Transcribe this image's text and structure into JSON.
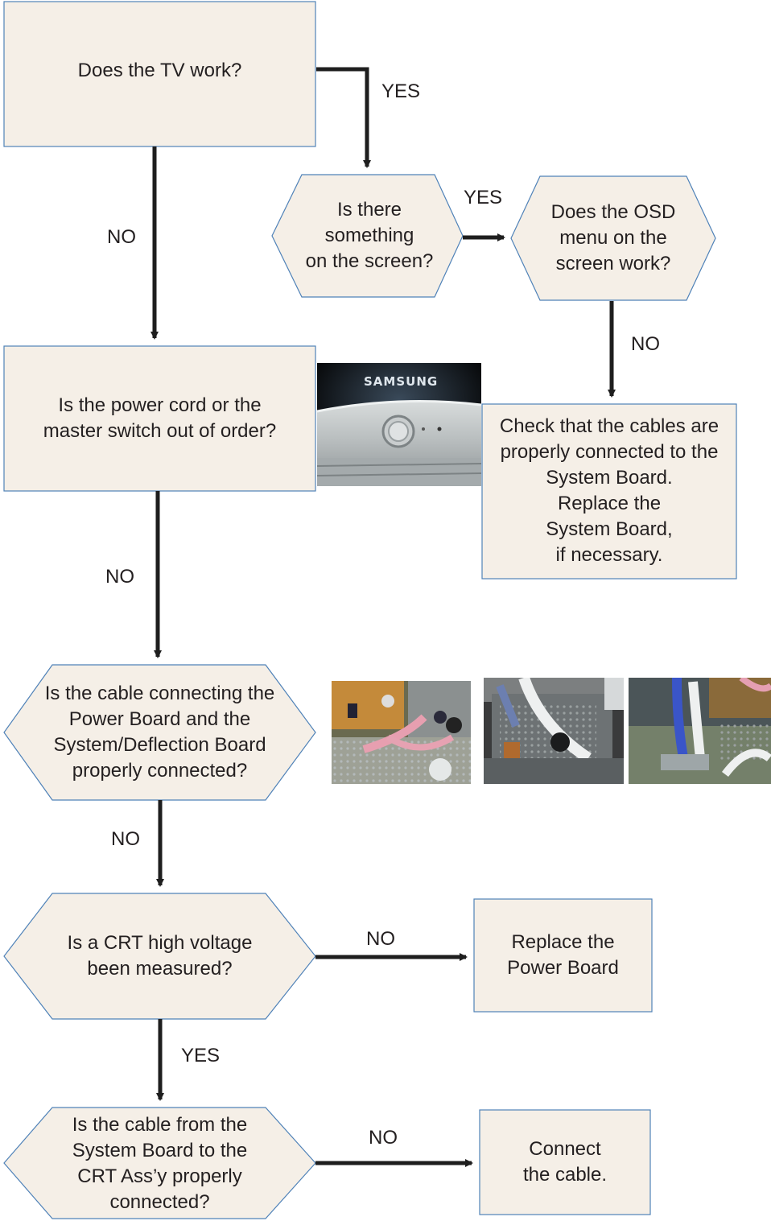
{
  "colors": {
    "box_fill": "#f5efe7",
    "box_stroke": "#4f82b8",
    "arrow": "#1e1e1e",
    "text": "#231f20"
  },
  "nodes": {
    "tv_work": "Does the TV work?",
    "something_on_screen": "Is there\nsomething\non the screen?",
    "osd_menu": "Does the OSD\nmenu on the\nscreen work?",
    "power_cord": "Is the power cord or the\nmaster switch out of order?",
    "check_cables": "Check that the cables are\nproperly connected to the\nSystem Board.\nReplace the\nSystem Board,\nif necessary.",
    "cable_power_board": "Is the cable connecting the\nPower Board and the\nSystem/Deflection Board\nproperly connected?",
    "crt_voltage": "Is a CRT high voltage\nbeen measured?",
    "replace_power_board": "Replace the\nPower Board",
    "cable_crt": "Is the cable from the\nSystem Board to the\nCRT Ass’y properly\nconnected?",
    "connect_cable": "Connect\nthe cable."
  },
  "edges": {
    "tv_yes": "YES",
    "screen_yes": "YES",
    "tv_no": "NO",
    "osd_no": "NO",
    "power_no": "NO",
    "cable_no": "NO",
    "crt_no": "NO",
    "crt_yes": "YES",
    "cable_crt_no": "NO"
  },
  "photos": {
    "monitor_logo": "SAMSUNG"
  }
}
